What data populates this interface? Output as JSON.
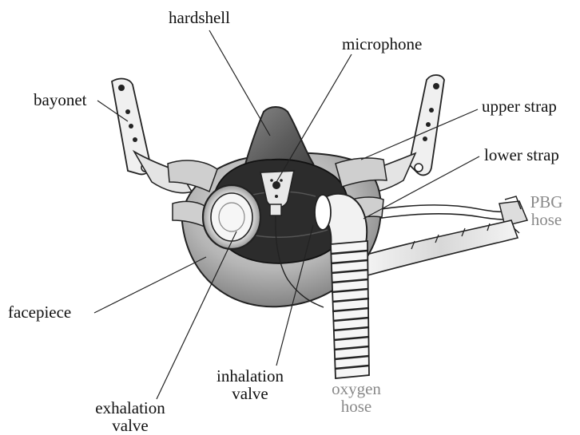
{
  "labels": {
    "hardshell": "hardshell",
    "microphone": "microphone",
    "bayonet": "bayonet",
    "upper_strap": "upper strap",
    "lower_strap": "lower strap",
    "pbg_hose_line1": "PBG",
    "pbg_hose_line2": "hose",
    "facepiece": "facepiece",
    "inhalation_valve_line1": "inhalation",
    "inhalation_valve_line2": "valve",
    "exhalation_valve_line1": "exhalation",
    "exhalation_valve_line2": "valve",
    "oxygen_hose_line1": "oxygen",
    "oxygen_hose_line2": "hose"
  },
  "colors": {
    "label_text": "#111111",
    "hose_label_text": "#8a8a8a",
    "line_art": "#222222",
    "facepiece_fill": "#b8b8b8",
    "hardshell_fill": "#5a5a5a",
    "dark_fill": "#2a2a2a"
  }
}
